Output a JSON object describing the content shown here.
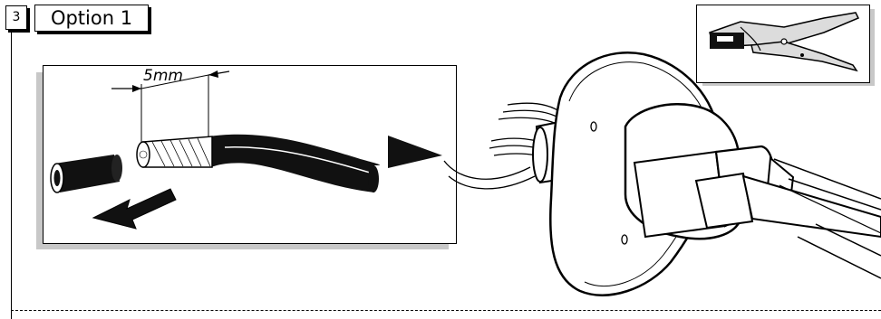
{
  "header": {
    "step_number": "3",
    "option_label": "Option 1"
  },
  "detail": {
    "dimension_label": "5mm"
  },
  "colors": {
    "ink": "#000000",
    "shadow_gray": "#c8c8c8",
    "panel_fill": "#dcdcdc"
  },
  "icons": [
    "wire-strippers-icon",
    "pull-direction-arrow-icon",
    "callout-pointer-icon"
  ]
}
